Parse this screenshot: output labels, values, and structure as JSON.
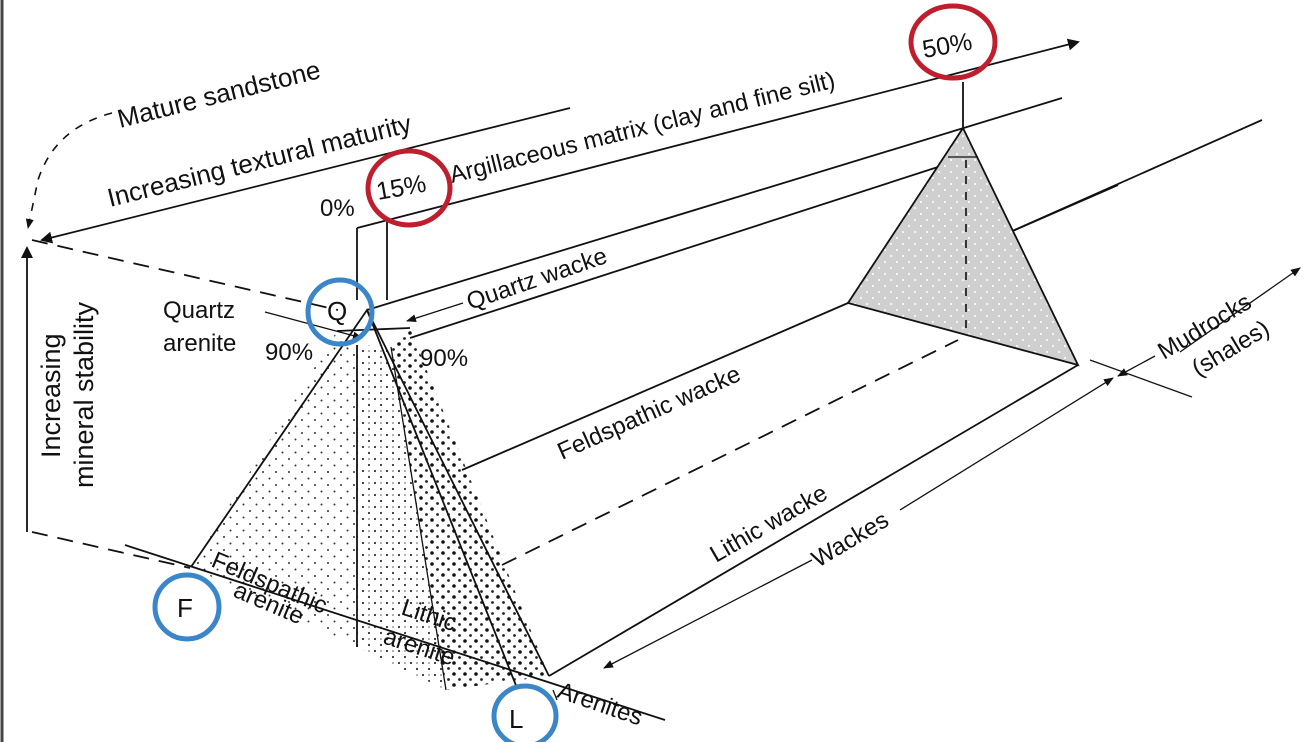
{
  "labels": {
    "mature_sandstone": "Mature sandstone",
    "textural_maturity": "Increasing textural maturity",
    "mineral_stability_line1": "Increasing",
    "mineral_stability_line2": "mineral stability",
    "argillaceous_matrix": "Argillaceous matrix (clay and fine silt)",
    "quartz_wacke": "Quartz  wacke",
    "feldspathic_wacke": "Feldspathic  wacke",
    "lithic_wacke": "Lithic  wacke",
    "wackes": "Wackes",
    "arenites": "Arenites",
    "mudrocks_line1": "Mudrocks",
    "mudrocks_line2": "(shales)",
    "quartz_arenite_line1": "Quartz",
    "quartz_arenite_line2": "arenite",
    "feldspathic_arenite_line1": "Feldspathic",
    "feldspathic_arenite_line2": "arenite",
    "lithic_arenite_line1": "Lithic",
    "lithic_arenite_line2": "arenite"
  },
  "percentages": {
    "p0": "0%",
    "p15": "15%",
    "p50": "50%",
    "p90_left": "90%",
    "p90_right": "90%"
  },
  "vertices": {
    "q": "Q",
    "f": "F",
    "l": "L"
  },
  "colors": {
    "line": "#111111",
    "red_highlight": "#bf1e2e",
    "blue_highlight": "#3a86c8",
    "fill_gray": "#cfcfcf",
    "border_left": "#444444"
  },
  "icons": {
    "red_circle": "red-circle-highlight",
    "blue_circle": "blue-circle-highlight"
  }
}
